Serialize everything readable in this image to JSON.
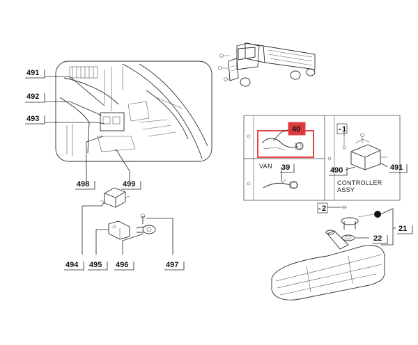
{
  "callouts": {
    "c491a": "491",
    "c492": "492",
    "c493": "493",
    "c498": "498",
    "c499": "499",
    "c494": "494",
    "c495": "495",
    "c496": "496",
    "c497": "497",
    "c40": "40",
    "c39": "39",
    "c490": "490",
    "c491b": "491",
    "c1": "1",
    "c2": "2",
    "c21": "21",
    "c22": "22"
  },
  "labels": {
    "van": "VAN",
    "controller_line1": "CONTROLLER",
    "controller_line2": "ASSY"
  },
  "colors": {
    "highlight": "#e8474a",
    "highlight_fill": "#d93a3d"
  }
}
